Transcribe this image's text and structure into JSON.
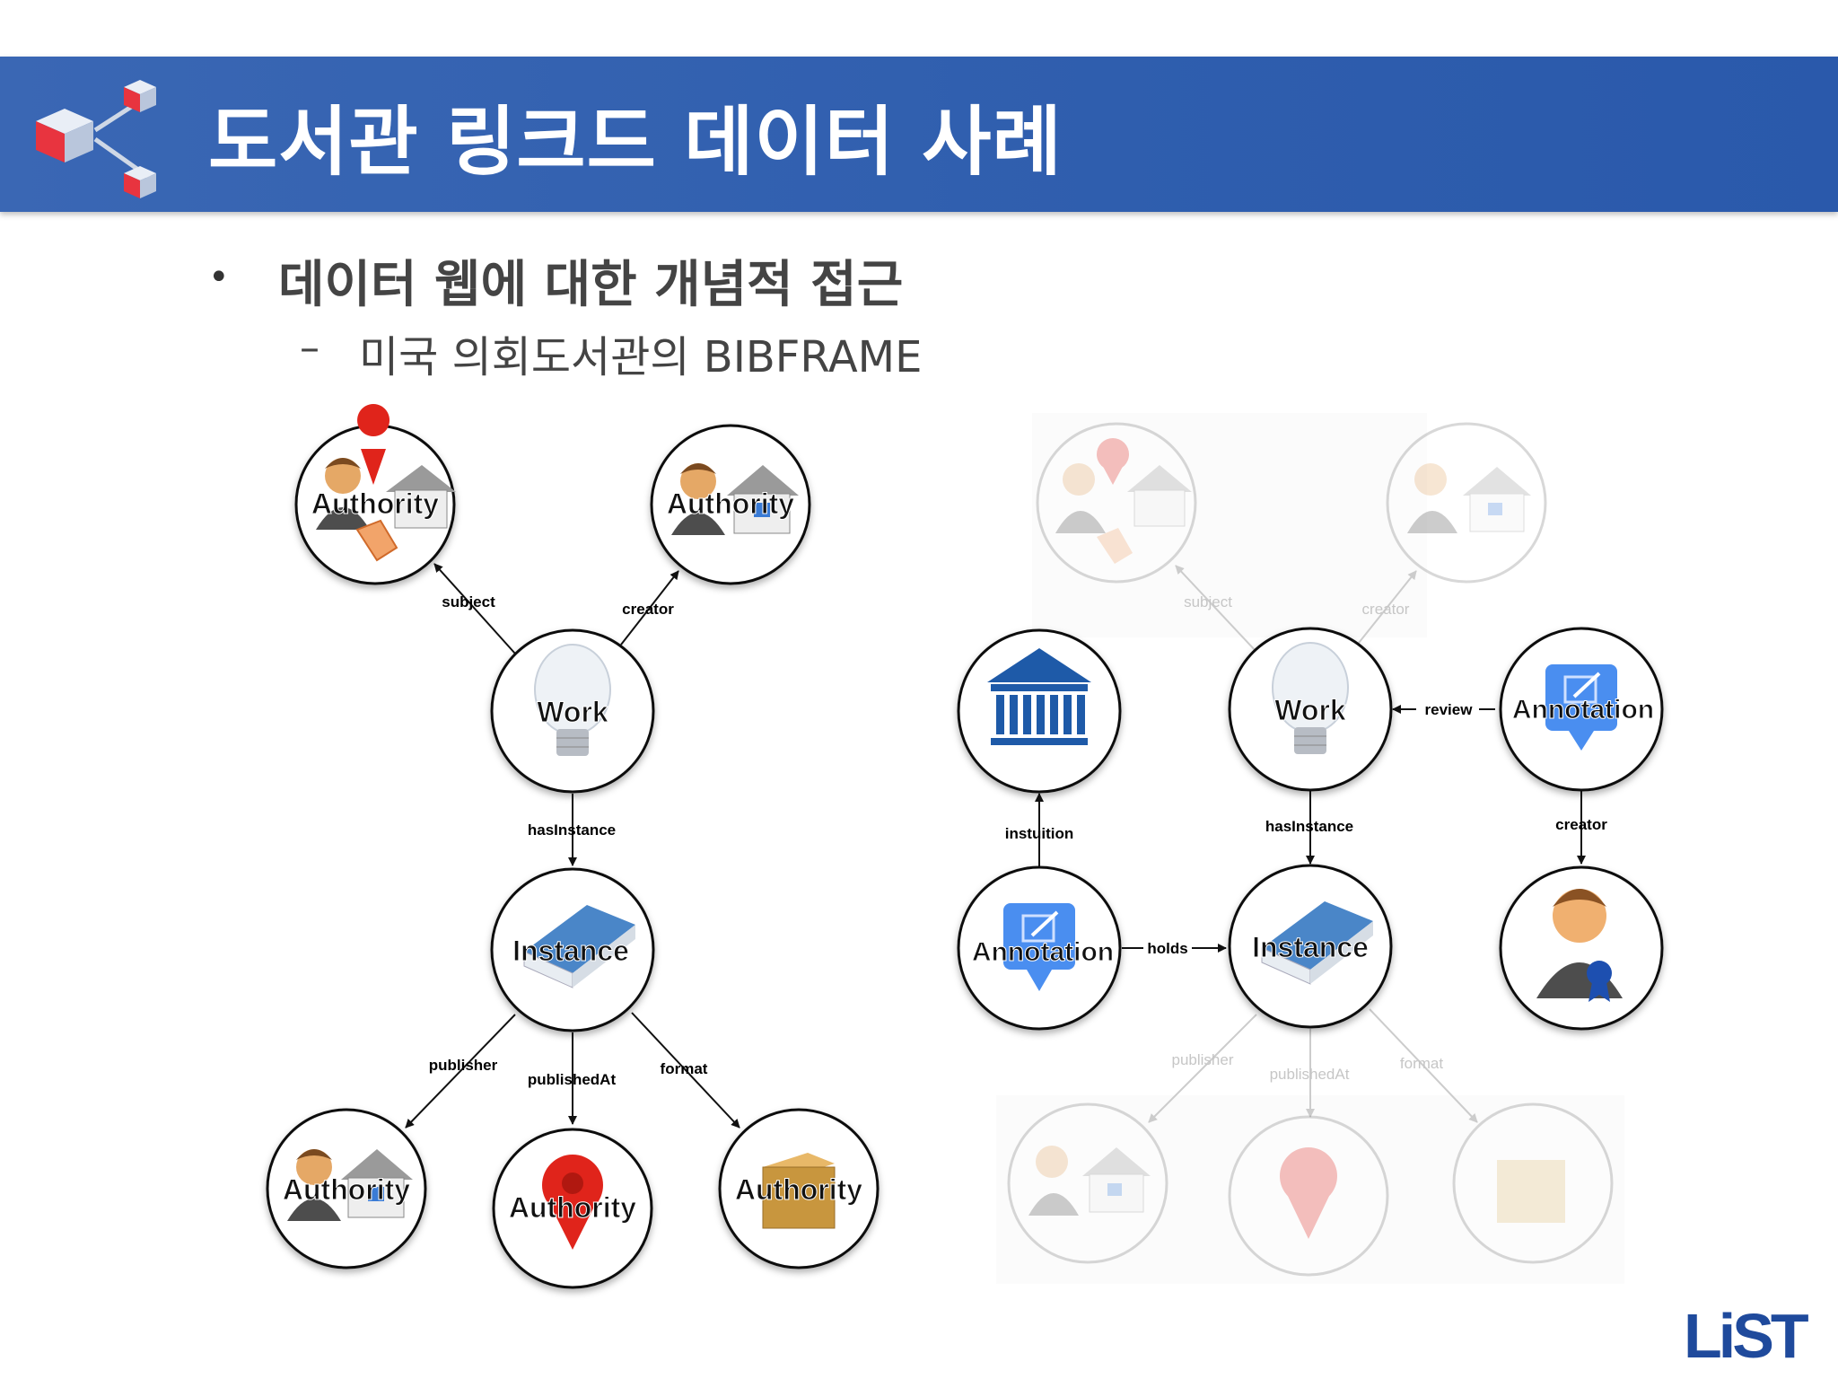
{
  "header": {
    "title": "도서관 링크드 데이터 사례"
  },
  "content": {
    "bullet_1": "데이터 웹에 대한 개념적 접근",
    "bullet_2": "미국 의회도서관의 BIBFRAME"
  },
  "diagram_left": {
    "nodes": {
      "authority_subject": "Authority",
      "authority_creator": "Authority",
      "work": "Work",
      "instance": "Instance",
      "authority_publisher": "Authority",
      "authority_published_at": "Authority",
      "authority_format": "Authority"
    },
    "edges": {
      "subject": "subject",
      "creator": "creator",
      "has_instance": "hasInstance",
      "publisher": "publisher",
      "published_at": "publishedAt",
      "format": "format"
    }
  },
  "diagram_right": {
    "nodes": {
      "work": "Work",
      "instance": "Instance",
      "annotation_top": "Annotation",
      "annotation_left": "Annotation"
    },
    "edges": {
      "subject": "subject",
      "creator_top": "creator",
      "review": "review",
      "has_instance": "hasInstance",
      "creator_right": "creator",
      "instuition": "instuition",
      "holds": "holds",
      "publisher": "publisher",
      "published_at": "publishedAt",
      "format": "format"
    }
  },
  "logo": {
    "text": "LiST"
  },
  "colors": {
    "header": "#2f5eae",
    "annotation": "#4a8ef0",
    "institution": "#1e5aa8",
    "pin": "#e0241b",
    "box": "#c8963e",
    "logo": "#1f4a9c"
  }
}
